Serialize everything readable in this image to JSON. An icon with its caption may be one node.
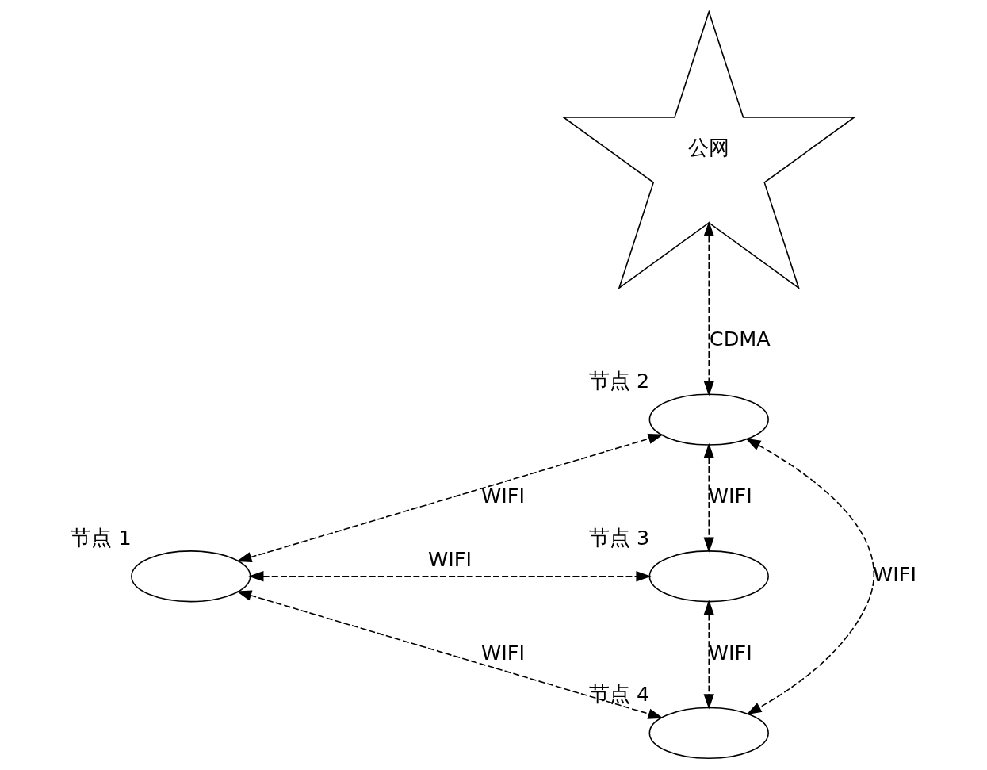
{
  "diagram": {
    "nodes": [
      {
        "text": [
          "公网"
        ]
      },
      {
        "text": [],
        "shape": "ellipse",
        "beside": [
          "节点 1"
        ]
      },
      {
        "text": [],
        "shape": "ellipse",
        "beside": [
          "节点 2"
        ]
      },
      {
        "text": [],
        "shape": "ellipse",
        "beside": [
          "节点 3"
        ]
      },
      {
        "text": [],
        "shape": "ellipse",
        "beside": [
          "节点 4"
        ]
      }
    ],
    "edges": [
      {
        "from": 0,
        "to": 2,
        "arrow": "both",
        "style": "dashed",
        "label": "CDMA"
      },
      {
        "from": 1,
        "to": 2,
        "arrow": "both",
        "style": "dashed",
        "label": "WIFI"
      },
      {
        "from": 2,
        "to": 3,
        "arrow": "both",
        "style": "dashed",
        "label": "WIFI"
      },
      {
        "from": 1,
        "to": 3,
        "arrow": "both",
        "style": "dashed",
        "label": "WIFI"
      },
      {
        "from": 1,
        "to": 4,
        "arrow": "both",
        "style": "dashed",
        "label": "WIFI"
      },
      {
        "from": 2,
        "to": 4,
        "arrow": "both",
        "style": "dashed",
        "label": "WIFI"
      },
      {
        "from": 3,
        "to": 4,
        "arrow": "both",
        "style": "dashed",
        "label": "WIFI"
      }
    ]
  }
}
